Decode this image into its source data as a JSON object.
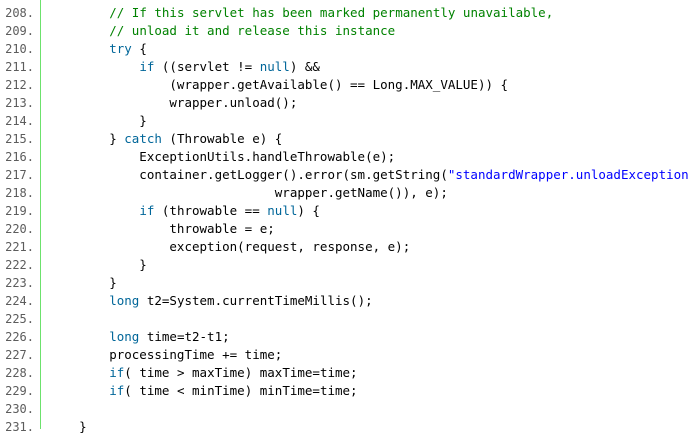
{
  "colors": {
    "comment": "#008200",
    "keyword": "#006699",
    "string": "#0000ff",
    "plain": "#000000",
    "line_number": "#5c5c5c",
    "gutter_border": "#6ce26c",
    "background": "#ffffff"
  },
  "lines": [
    {
      "number": "208.",
      "tokens": [
        {
          "type": "plain",
          "text": "        "
        },
        {
          "type": "comment",
          "text": "// If this servlet has been marked permanently unavailable,"
        }
      ]
    },
    {
      "number": "209.",
      "tokens": [
        {
          "type": "plain",
          "text": "        "
        },
        {
          "type": "comment",
          "text": "// unload it and release this instance"
        }
      ]
    },
    {
      "number": "210.",
      "tokens": [
        {
          "type": "plain",
          "text": "        "
        },
        {
          "type": "keyword",
          "text": "try"
        },
        {
          "type": "plain",
          "text": " {"
        }
      ]
    },
    {
      "number": "211.",
      "tokens": [
        {
          "type": "plain",
          "text": "            "
        },
        {
          "type": "keyword",
          "text": "if"
        },
        {
          "type": "plain",
          "text": " ((servlet != "
        },
        {
          "type": "keyword",
          "text": "null"
        },
        {
          "type": "plain",
          "text": ") &&"
        }
      ]
    },
    {
      "number": "212.",
      "tokens": [
        {
          "type": "plain",
          "text": "                (wrapper.getAvailable() == Long.MAX_VALUE)) {"
        }
      ]
    },
    {
      "number": "213.",
      "tokens": [
        {
          "type": "plain",
          "text": "                wrapper.unload();"
        }
      ]
    },
    {
      "number": "214.",
      "tokens": [
        {
          "type": "plain",
          "text": "            }"
        }
      ]
    },
    {
      "number": "215.",
      "tokens": [
        {
          "type": "plain",
          "text": "        } "
        },
        {
          "type": "keyword",
          "text": "catch"
        },
        {
          "type": "plain",
          "text": " (Throwable e) {"
        }
      ]
    },
    {
      "number": "216.",
      "tokens": [
        {
          "type": "plain",
          "text": "            ExceptionUtils.handleThrowable(e);"
        }
      ]
    },
    {
      "number": "217.",
      "tokens": [
        {
          "type": "plain",
          "text": "            container.getLogger().error(sm.getString("
        },
        {
          "type": "string",
          "text": "\"standardWrapper.unloadException\""
        },
        {
          "type": "plain",
          "text": ","
        }
      ]
    },
    {
      "number": "218.",
      "tokens": [
        {
          "type": "plain",
          "text": "                              wrapper.getName()), e);"
        }
      ]
    },
    {
      "number": "219.",
      "tokens": [
        {
          "type": "plain",
          "text": "            "
        },
        {
          "type": "keyword",
          "text": "if"
        },
        {
          "type": "plain",
          "text": " (throwable == "
        },
        {
          "type": "keyword",
          "text": "null"
        },
        {
          "type": "plain",
          "text": ") {"
        }
      ]
    },
    {
      "number": "220.",
      "tokens": [
        {
          "type": "plain",
          "text": "                throwable = e;"
        }
      ]
    },
    {
      "number": "221.",
      "tokens": [
        {
          "type": "plain",
          "text": "                exception(request, response, e);"
        }
      ]
    },
    {
      "number": "222.",
      "tokens": [
        {
          "type": "plain",
          "text": "            }"
        }
      ]
    },
    {
      "number": "223.",
      "tokens": [
        {
          "type": "plain",
          "text": "        }"
        }
      ]
    },
    {
      "number": "224.",
      "tokens": [
        {
          "type": "plain",
          "text": "        "
        },
        {
          "type": "keyword",
          "text": "long"
        },
        {
          "type": "plain",
          "text": " t2=System.currentTimeMillis();"
        }
      ]
    },
    {
      "number": "225.",
      "tokens": []
    },
    {
      "number": "226.",
      "tokens": [
        {
          "type": "plain",
          "text": "        "
        },
        {
          "type": "keyword",
          "text": "long"
        },
        {
          "type": "plain",
          "text": " time=t2-t1;"
        }
      ]
    },
    {
      "number": "227.",
      "tokens": [
        {
          "type": "plain",
          "text": "        processingTime += time;"
        }
      ]
    },
    {
      "number": "228.",
      "tokens": [
        {
          "type": "plain",
          "text": "        "
        },
        {
          "type": "keyword",
          "text": "if"
        },
        {
          "type": "plain",
          "text": "( time > maxTime) maxTime=time;"
        }
      ]
    },
    {
      "number": "229.",
      "tokens": [
        {
          "type": "plain",
          "text": "        "
        },
        {
          "type": "keyword",
          "text": "if"
        },
        {
          "type": "plain",
          "text": "( time < minTime) minTime=time;"
        }
      ]
    },
    {
      "number": "230.",
      "tokens": []
    },
    {
      "number": "231.",
      "tokens": [
        {
          "type": "plain",
          "text": "    }"
        }
      ]
    }
  ]
}
